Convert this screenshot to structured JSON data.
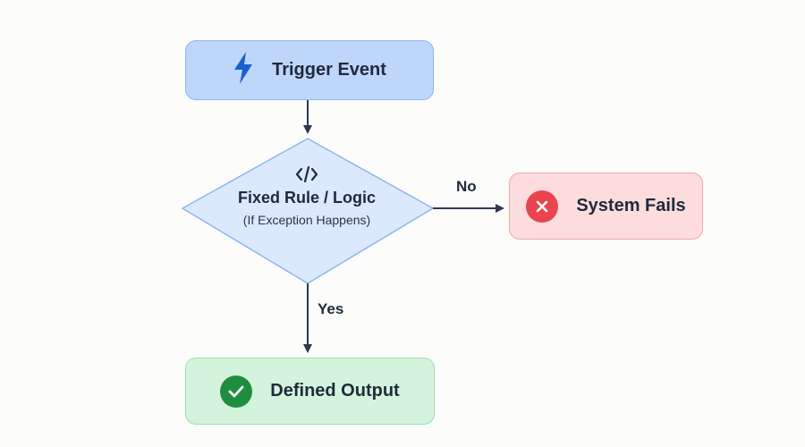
{
  "nodes": {
    "trigger": {
      "label": "Trigger Event",
      "icon": "lightning-bolt-icon",
      "color": "#bfd6fb",
      "icon_color": "#1a5fd0"
    },
    "decision": {
      "title": "Fixed Rule / Logic",
      "subtitle": "(If Exception Happens)",
      "icon": "code-icon",
      "color": "#dce8fb"
    },
    "fail": {
      "label": "System Fails",
      "icon": "close-circle-icon",
      "color": "#fcdcdc",
      "icon_color": "#e9444f"
    },
    "output": {
      "label": "Defined Output",
      "icon": "check-circle-icon",
      "color": "#d4f3dc",
      "icon_color": "#1e8e3e"
    }
  },
  "edges": {
    "no_label": "No",
    "yes_label": "Yes"
  }
}
